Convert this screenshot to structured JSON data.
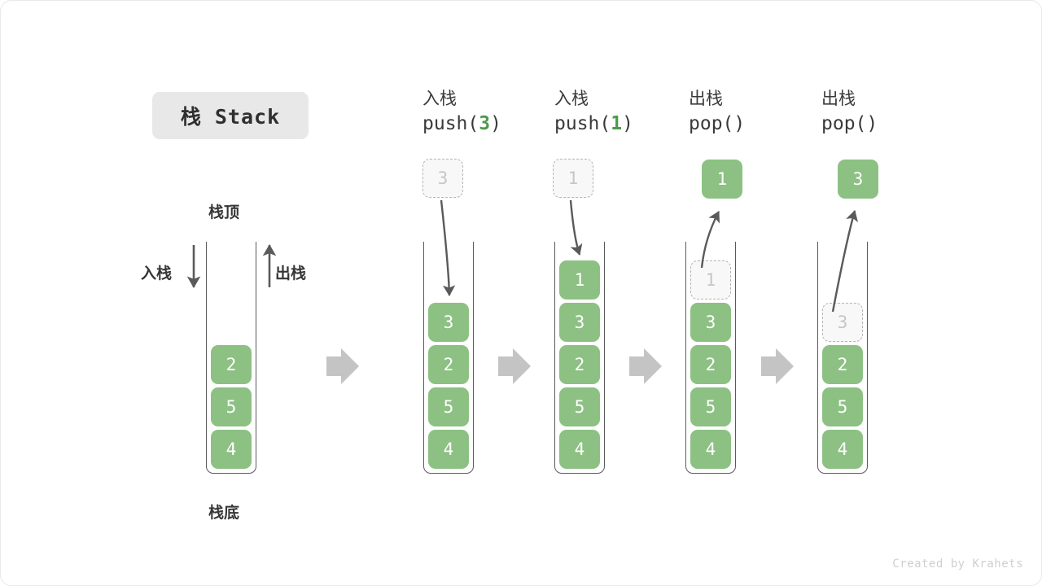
{
  "title": {
    "text": "栈 Stack"
  },
  "colors": {
    "cell_green": "#8cc183",
    "ghost_fill": "#f8f8f8",
    "ghost_border": "#b4b4b4",
    "arrow_gray": "#5a5a5a",
    "step_arrow_gray": "#c4c4c4",
    "badge_bg": "#e8e8e8",
    "accent_green_text": "#4c9a4c"
  },
  "labels": {
    "top": "栈顶",
    "bottom": "栈底",
    "push": "入栈",
    "pop": "出栈"
  },
  "watermark": "Created by Krahets",
  "columns": [
    {
      "id": "initial",
      "header_cn": "",
      "header_code": "",
      "cells": [
        {
          "value": "2",
          "state": "solid"
        },
        {
          "value": "5",
          "state": "solid"
        },
        {
          "value": "4",
          "state": "solid"
        }
      ],
      "floating": null
    },
    {
      "id": "push-3",
      "header_cn": "入栈",
      "header_code_prefix": "push(",
      "header_code_arg": "3",
      "header_code_suffix": ")",
      "cells": [
        {
          "value": "3",
          "state": "solid"
        },
        {
          "value": "2",
          "state": "solid"
        },
        {
          "value": "5",
          "state": "solid"
        },
        {
          "value": "4",
          "state": "solid"
        }
      ],
      "floating": {
        "value": "3",
        "state": "ghost",
        "direction": "down"
      }
    },
    {
      "id": "push-1",
      "header_cn": "入栈",
      "header_code_prefix": "push(",
      "header_code_arg": "1",
      "header_code_suffix": ")",
      "cells": [
        {
          "value": "1",
          "state": "solid"
        },
        {
          "value": "3",
          "state": "solid"
        },
        {
          "value": "2",
          "state": "solid"
        },
        {
          "value": "5",
          "state": "solid"
        },
        {
          "value": "4",
          "state": "solid"
        }
      ],
      "floating": {
        "value": "1",
        "state": "ghost",
        "direction": "down"
      }
    },
    {
      "id": "pop-1",
      "header_cn": "出栈",
      "header_code_prefix": "pop(",
      "header_code_arg": "",
      "header_code_suffix": ")",
      "cells": [
        {
          "value": "1",
          "state": "ghost"
        },
        {
          "value": "3",
          "state": "solid"
        },
        {
          "value": "2",
          "state": "solid"
        },
        {
          "value": "5",
          "state": "solid"
        },
        {
          "value": "4",
          "state": "solid"
        }
      ],
      "floating": {
        "value": "1",
        "state": "solid",
        "direction": "up"
      }
    },
    {
      "id": "pop-3",
      "header_cn": "出栈",
      "header_code_prefix": "pop(",
      "header_code_arg": "",
      "header_code_suffix": ")",
      "cells": [
        {
          "value": "3",
          "state": "ghost"
        },
        {
          "value": "2",
          "state": "solid"
        },
        {
          "value": "5",
          "state": "solid"
        },
        {
          "value": "4",
          "state": "solid"
        }
      ],
      "floating": {
        "value": "3",
        "state": "solid",
        "direction": "up"
      }
    }
  ]
}
